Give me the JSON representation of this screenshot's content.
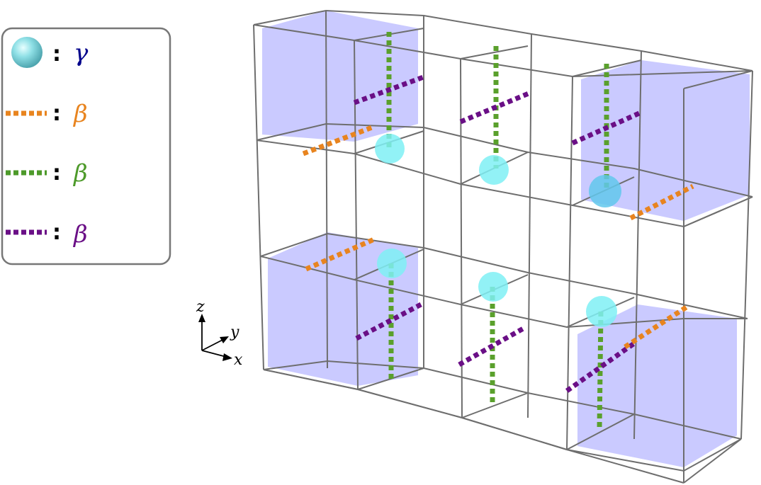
{
  "legend": {
    "entries": [
      {
        "symbol": "sphere",
        "label": "γ",
        "color": "#00008b"
      },
      {
        "symbol": "dotted-line",
        "label": "β",
        "color": "#e8841f"
      },
      {
        "symbol": "dotted-line",
        "label": "β",
        "color": "#4d9a2a"
      },
      {
        "symbol": "dotted-line",
        "label": "β",
        "color": "#6a0f86"
      }
    ],
    "separator": ":"
  },
  "axes": {
    "x": "x",
    "y": "y",
    "z": "z"
  },
  "colors": {
    "cube_fill": "#c4c4ff",
    "sphere": "#7ff0f4",
    "orange_bond": "#e8841f",
    "green_bond": "#5aa02c",
    "purple_bond": "#6a0f86",
    "grid_line": "#6e6e6e"
  }
}
